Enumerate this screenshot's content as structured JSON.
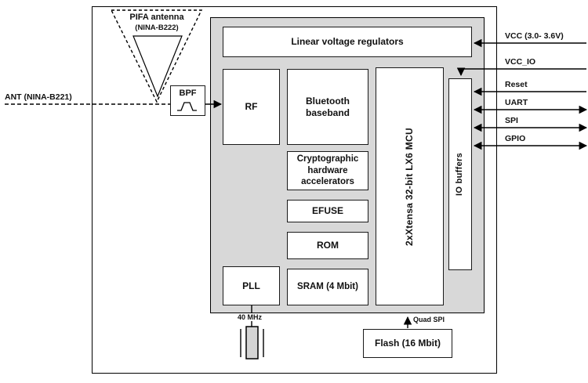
{
  "module": {
    "antenna": {
      "title": "PIFA antenna",
      "subtitle": "(NINA-B222)"
    },
    "ant_label": "ANT (NINA-B221)",
    "bpf_label": "BPF",
    "blocks": {
      "regulators": "Linear voltage regulators",
      "rf": "RF",
      "bluetooth": "Bluetooth baseband",
      "crypto": "Cryptographic hardware accelerators",
      "efuse": "EFUSE",
      "rom": "ROM",
      "pll": "PLL",
      "sram": "SRAM (4 Mbit)",
      "mcu": "2xXtensa 32-bit LX6 MCU",
      "io_buffers": "IO buffers"
    },
    "pins": {
      "vcc": "VCC (3.0- 3.6V)",
      "vcc_io": "VCC_IO",
      "reset": "Reset",
      "uart": "UART",
      "spi": "SPI",
      "gpio": "GPIO"
    },
    "crystal_label": "40 MHz",
    "flash": {
      "label": "Flash (16 Mbit)",
      "bus": "Quad SPI"
    },
    "colors": {
      "chip_fill": "#d8d8d8",
      "line": "#000000",
      "box_fill": "#ffffff"
    }
  }
}
